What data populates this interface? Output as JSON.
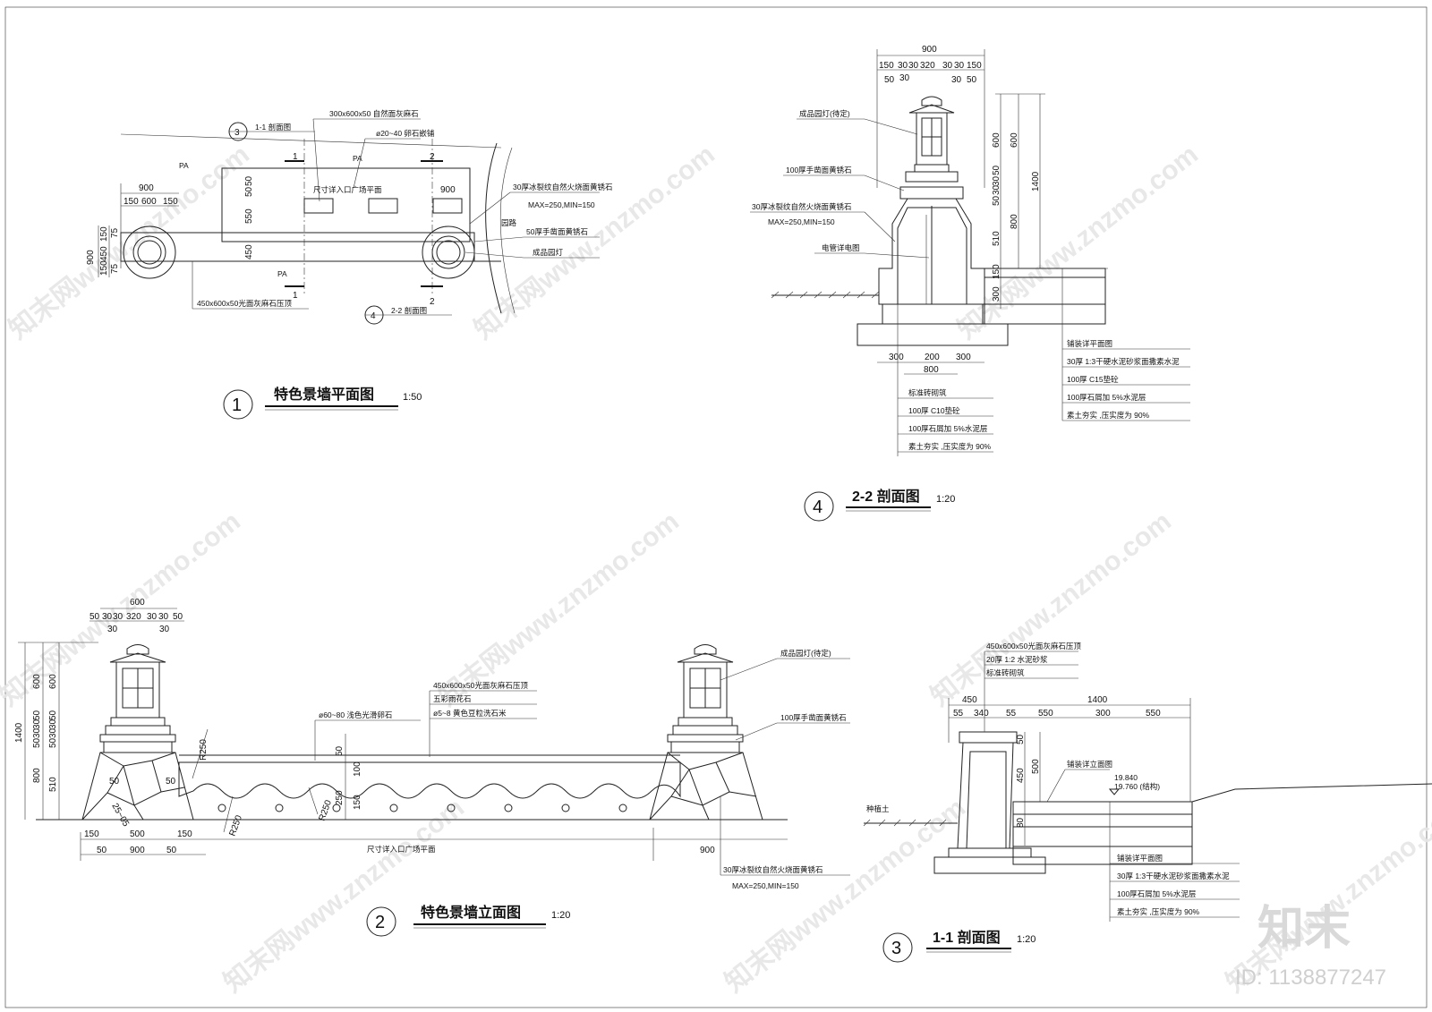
{
  "plan": {
    "title": "特色景墙平面图",
    "scale": "1:50",
    "index": "1",
    "sec11_mark": "3",
    "sec11_label": "1-1 剖面图",
    "sec22_mark": "4",
    "sec22_label": "2-2 剖面图",
    "cut1": "1",
    "cut2": "2",
    "pa": "PA",
    "notes": {
      "stone_top": "300x600x50 自然面灰麻石",
      "pebble": "ø20~40 卵石嵌铺",
      "entrance": "尺寸详入口广场平面",
      "granite30": "30厚冰裂纹自然火烧面黄锈石",
      "maxmin": "MAX=250,MIN=150",
      "granite50": "50厚手凿面黄锈石",
      "lamp": "成品园灯",
      "coping": "450x600x50光面灰麻石压顶",
      "road": "园路"
    },
    "dims": {
      "w900": "900",
      "w150a": "150",
      "w600": "600",
      "w150b": "150",
      "h900": "900",
      "h150a": "150",
      "h450": "450",
      "h150b": "150",
      "h75a": "75",
      "h75b": "75",
      "v450": "450",
      "v550": "550",
      "v50a": "50",
      "v50b": "50",
      "r900": "900"
    }
  },
  "sec22": {
    "title": "2-2 剖面图",
    "scale": "1:20",
    "index": "4",
    "top_dims": {
      "total": "900",
      "a": "150",
      "b": "30",
      "c": "30",
      "d": "320",
      "e": "30",
      "f": "30",
      "g": "150",
      "s1": "50",
      "s2": "30",
      "s3": "30",
      "s4": "50"
    },
    "right_dims": {
      "v600a": "600",
      "v600b": "600",
      "v50a": "50",
      "v30a": "30",
      "v30b": "30",
      "v50b": "50",
      "v1400": "1400",
      "v800": "800",
      "v510": "510",
      "v300": "300",
      "v150": "150"
    },
    "bottom_dims": {
      "a": "300",
      "b": "200",
      "c": "300",
      "total": "800"
    },
    "notes": {
      "lamp": "成品园灯(待定)",
      "granite100": "100厚手凿面黄锈石",
      "granite30": "30厚冰裂纹自然火烧面黄锈石",
      "maxmin": "MAX=250,MIN=150",
      "cable": "电管详电图"
    },
    "layers_left": [
      "标准砖砌筑",
      "100厚 C10垫砼",
      "100厚石屑加  5%水泥层",
      "素土夯实  ,压实度为  90%"
    ],
    "layers_right": [
      "铺装详平面图",
      "30厚 1:3干硬水泥砂浆面撒素水泥",
      "100厚 C15垫砼",
      "100厚石屑加  5%水泥层",
      "素土夯实  ,压实度为  90%"
    ]
  },
  "elev": {
    "title": "特色景墙立面图",
    "scale": "1:20",
    "index": "2",
    "top_dims": {
      "total": "600",
      "a": "50",
      "b": "30",
      "c": "30",
      "d": "320",
      "e": "30",
      "f": "30",
      "g": "50",
      "s1": "30",
      "s2": "30"
    },
    "left_dims": {
      "v1400": "1400",
      "v600a": "600",
      "v600b": "600",
      "v50a": "50",
      "v30a": "30",
      "v30b": "30",
      "v50b": "50",
      "v50c": "50",
      "v30c": "30",
      "v30d": "30",
      "v50d": "50",
      "v800": "800",
      "v510": "510"
    },
    "notes": {
      "lamp": "成品园灯(待定)",
      "coping": "450x600x50光面灰麻石压顶",
      "pebble": "ø60~80 浅色光滑卵石",
      "stone5": "五彩雨花石",
      "stone58": "ø5~8 黄色豆粒洗石米",
      "granite100": "100厚手凿面黄锈石",
      "granite30": "30厚冰裂纹自然火烧面黄锈石",
      "maxmin": "MAX=250,MIN=150",
      "entrance": "尺寸详入口广场平面",
      "r250a": "R250",
      "r250b": "R250",
      "r250c": "R250",
      "v50": "50",
      "v100": "100",
      "v250": "250",
      "v150": "150",
      "a50": "50",
      "a25": "25~05"
    },
    "bottom_dims": {
      "a": "150",
      "b": "500",
      "c": "150",
      "d": "50",
      "e": "900",
      "f": "50",
      "r900": "900"
    }
  },
  "sec11": {
    "title": "1-1 剖面图",
    "scale": "1:20",
    "index": "3",
    "notes": {
      "coping": "450x600x50光面灰麻石压顶",
      "mortar": "20厚 1:2 水泥砂浆",
      "brick": "标准砖砌筑",
      "paving": "铺装详立面图",
      "el1": "19.840",
      "el2": "19.760 (结构)",
      "soil": "种植土"
    },
    "dims": {
      "w450": "450",
      "a55": "55",
      "b340": "340",
      "c55": "55",
      "w1400": "1400",
      "d550a": "550",
      "d300": "300",
      "d550b": "550",
      "v50": "50",
      "v500": "500",
      "v450": "450",
      "v80": "80"
    },
    "layers": [
      "铺装详平面图",
      "30厚 1:3干硬水泥砂浆面撒素水泥",
      "100厚石屑加   5%水泥层",
      "素土夯实  ,压实度为   90%"
    ]
  },
  "brand": {
    "logo": "知末",
    "id": "ID: 1138877247",
    "watermark": "知末网www.znzmo.com"
  }
}
